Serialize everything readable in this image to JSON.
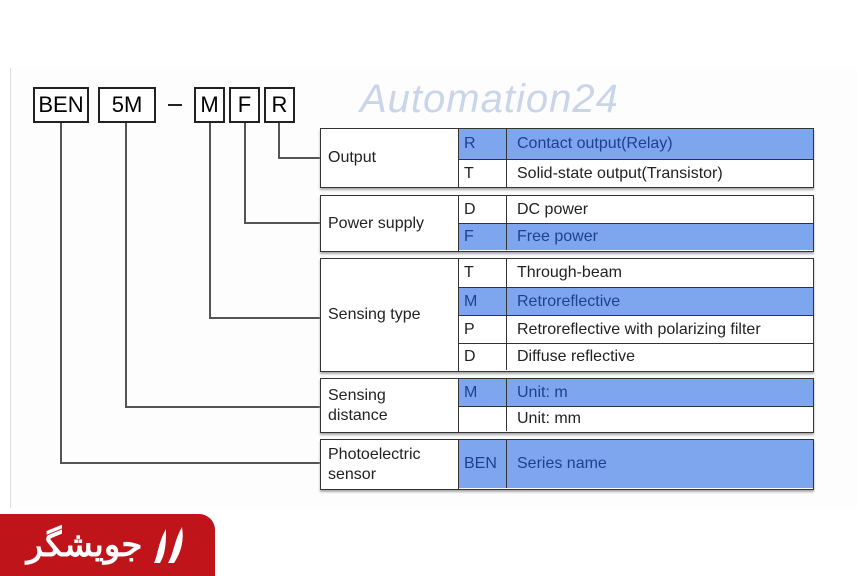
{
  "code": {
    "parts": [
      "BEN",
      "5M",
      "M",
      "F",
      "R"
    ]
  },
  "watermark": "Automation24",
  "groups": [
    {
      "label": "Output",
      "rows": [
        {
          "code": "R",
          "desc": "Contact output(Relay)",
          "highlight": true
        },
        {
          "code": "T",
          "desc": "Solid-state output(Transistor)",
          "highlight": false
        }
      ]
    },
    {
      "label": "Power supply",
      "rows": [
        {
          "code": "D",
          "desc": "DC power",
          "highlight": false
        },
        {
          "code": "F",
          "desc": "Free power",
          "highlight": true
        }
      ]
    },
    {
      "label": "Sensing type",
      "rows": [
        {
          "code": "T",
          "desc": "Through-beam",
          "highlight": false
        },
        {
          "code": "M",
          "desc": "Retroreflective",
          "highlight": true
        },
        {
          "code": "P",
          "desc": "Retroreflective with polarizing filter",
          "highlight": false
        },
        {
          "code": "D",
          "desc": "Diffuse reflective",
          "highlight": false
        }
      ]
    },
    {
      "label": "Sensing distance",
      "rows": [
        {
          "code": "M",
          "desc": "Unit: m",
          "highlight": true
        },
        {
          "code": "",
          "desc": "Unit: mm",
          "highlight": false
        }
      ]
    },
    {
      "label": "Photoelectric sensor",
      "rows": [
        {
          "code": "BEN",
          "desc": "Series name",
          "highlight": true
        }
      ]
    }
  ],
  "logo": {
    "text": "جویشگر"
  },
  "colors": {
    "highlight": "#7ea6ef",
    "logo": "#c0141b"
  }
}
